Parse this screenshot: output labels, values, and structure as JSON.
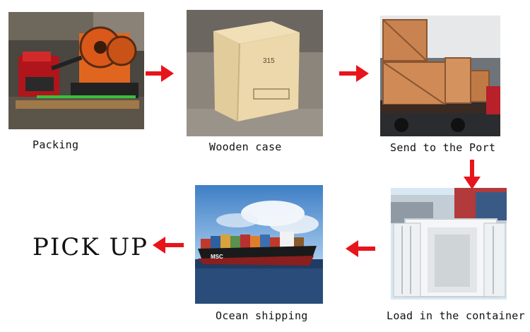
{
  "steps": [
    {
      "caption": "Packing",
      "icon": "packing-photo"
    },
    {
      "caption": "Wooden case",
      "icon": "wooden-case-photo",
      "crate_marking": "315"
    },
    {
      "caption": "Send to the Port",
      "icon": "truck-crates-photo"
    },
    {
      "caption": "Load in the container",
      "icon": "container-photo"
    },
    {
      "caption": "Ocean shipping",
      "icon": "cargo-ship-photo",
      "hull_marking": "MSC"
    }
  ],
  "final_step": "PICK UP",
  "colors": {
    "arrow": "#e8141b",
    "text": "#111111",
    "background": "#ffffff"
  }
}
